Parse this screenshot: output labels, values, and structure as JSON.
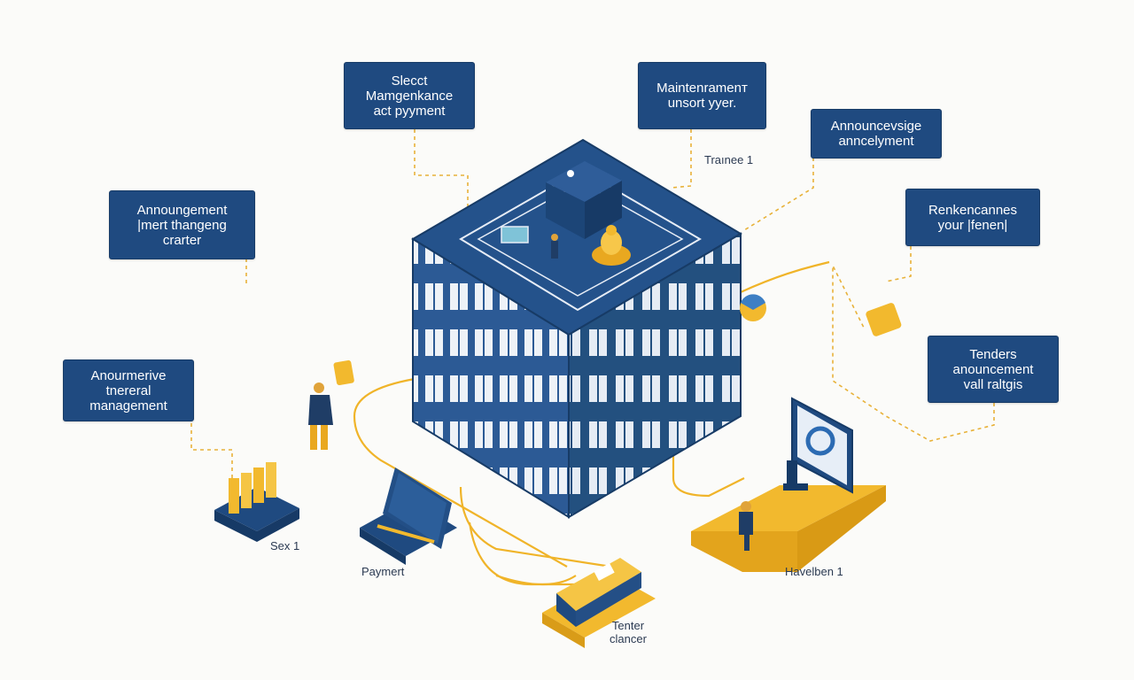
{
  "colors": {
    "navy": "#1f4a80",
    "navy_dark": "#163a66",
    "gold": "#f2b92e",
    "connector": "#f0b429",
    "background": "#fbfbf9"
  },
  "callouts": {
    "select_maintenance": [
      "Slecct",
      "Mamgenkance",
      "act pyyment"
    ],
    "maintenance_top": [
      "Maintenramenт",
      "unsort yyer."
    ],
    "announce_top_right": [
      "Announcevsige",
      "anncelyment"
    ],
    "announcement_left": [
      "Announgement",
      "|mert thangeng",
      "crarter"
    ],
    "renkencannes": [
      "Renkencannes",
      "your |fenen|"
    ],
    "announce_mgmt_left": [
      "Anourmerive",
      "tnereral",
      "management"
    ],
    "tenders": [
      "Tenders",
      "anouncement",
      "vall raltgis"
    ]
  },
  "captions": {
    "trainee": "Traınee 1",
    "sex": "Sex 1",
    "payment": "Paymert",
    "havelben": "Havelben 1",
    "tenter": [
      "Tenter",
      "clancer"
    ]
  },
  "icons": {
    "building": "isometric-building",
    "laptop": "laptop-icon",
    "documents": "document-stack-icon",
    "bus": "bus-icon",
    "monitor": "monitor-icon",
    "globe": "globe-icon"
  }
}
